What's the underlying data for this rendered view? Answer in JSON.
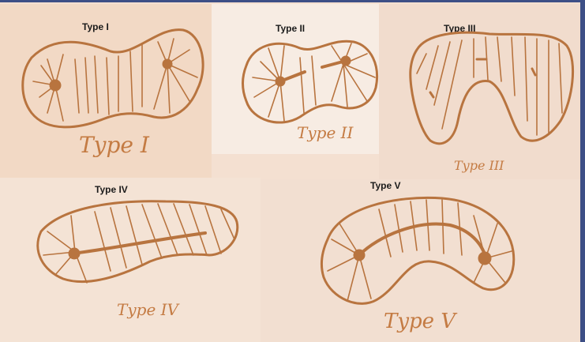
{
  "types": [
    {
      "key": "type1",
      "label": "Type I",
      "handwritten": "Type I"
    },
    {
      "key": "type2",
      "label": "Type II",
      "handwritten": "Type II"
    },
    {
      "key": "type3",
      "label": "Type III",
      "handwritten": "Type III"
    },
    {
      "key": "type4",
      "label": "Type IV",
      "handwritten": "Type IV"
    },
    {
      "key": "type5",
      "label": "Type V",
      "handwritten": "Type V"
    }
  ],
  "colors": {
    "ink": "#b8743f",
    "border": "#3d4f86",
    "label": "#1b1b1b"
  }
}
